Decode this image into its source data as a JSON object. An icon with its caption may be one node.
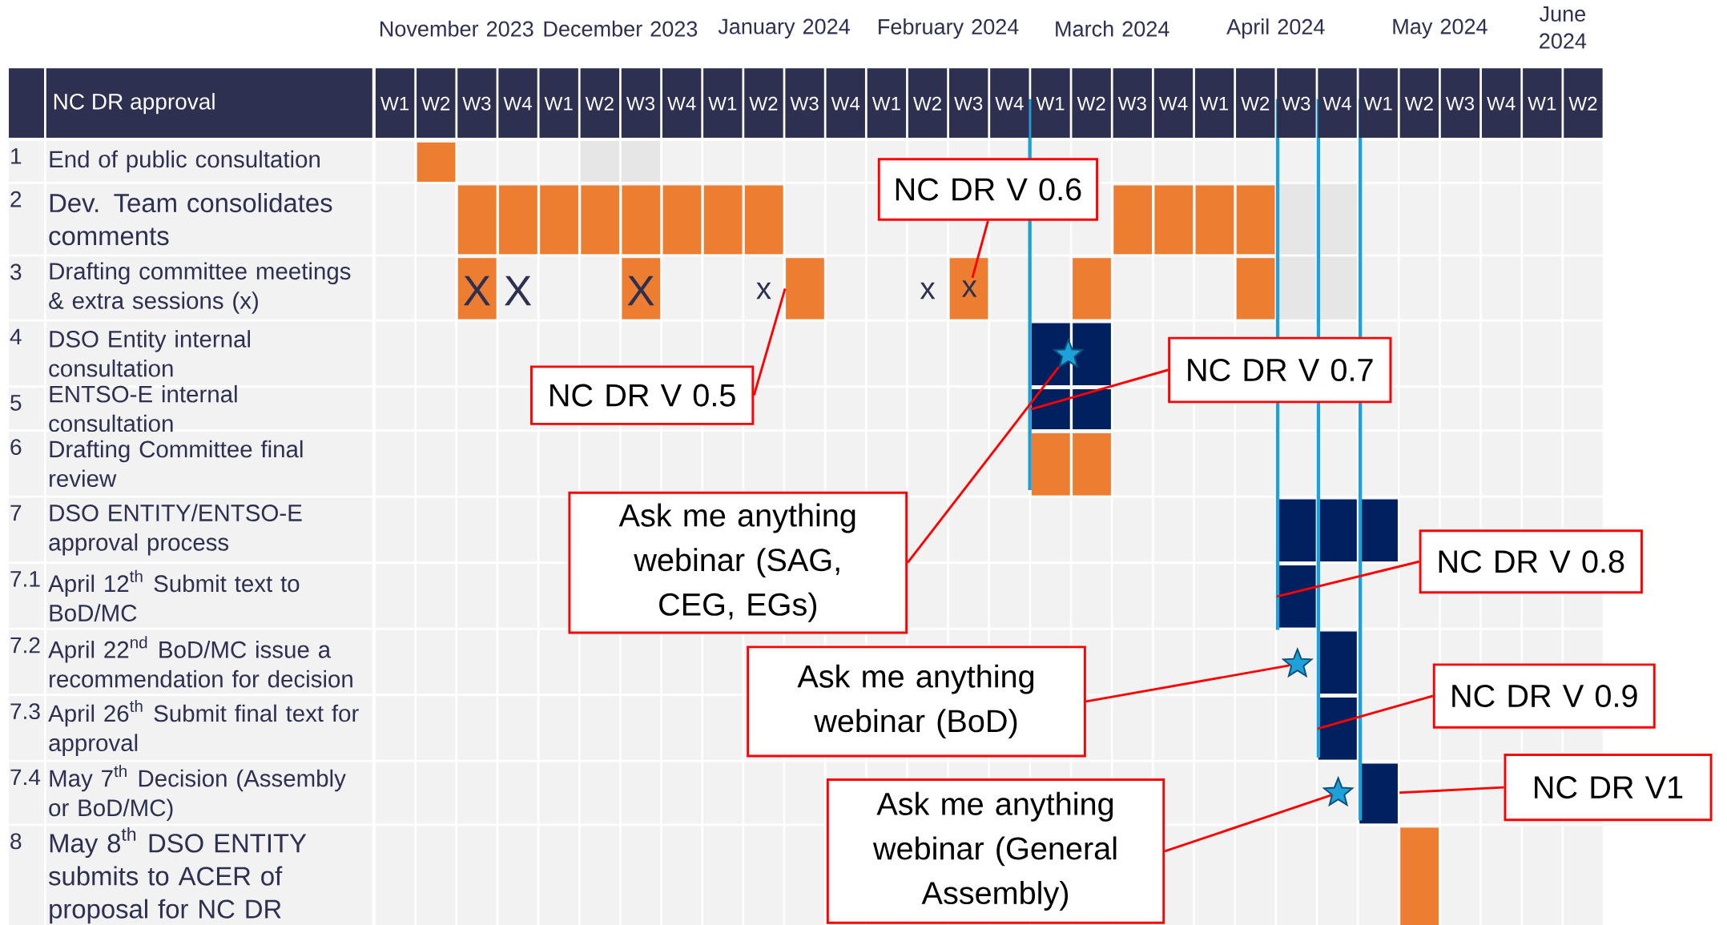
{
  "diagram": {
    "nodes": [
      {
        "text": [],
        "shape": "bar"
      },
      {
        "text": [],
        "shape": "bar"
      },
      {
        "text": [],
        "shape": "bar"
      },
      {
        "text": [],
        "shape": "bar"
      },
      {
        "text": [],
        "shape": "bar"
      },
      {
        "text": [],
        "shape": "bar"
      },
      {
        "text": [],
        "shape": "bar"
      },
      {
        "text": [],
        "shape": "bar"
      },
      {
        "text": [],
        "shape": "bar"
      },
      {
        "text": [],
        "shape": "bar"
      },
      {
        "text": [],
        "shape": "bar"
      },
      {
        "text": [],
        "shape": "bar"
      },
      {
        "text": [],
        "shape": "bar"
      },
      {
        "text": [],
        "shape": "bar"
      },
      {
        "text": [],
        "shape": "bar"
      },
      {
        "text": [],
        "shape": "bar"
      },
      {
        "text": [],
        "shape": "bar"
      },
      {
        "text": [],
        "shape": "bar"
      },
      {
        "text": [],
        "shape": "bar"
      },
      {
        "text": [],
        "shape": "bar"
      },
      {
        "text": [],
        "shape": "bar"
      },
      {
        "text": [],
        "shape": "bar"
      },
      {
        "text": [],
        "shape": "bar"
      },
      {
        "text": [],
        "shape": "bar"
      },
      {
        "text": [],
        "shape": "bar"
      },
      {
        "text": [],
        "shape": "bar"
      },
      {
        "text": [],
        "shape": "bar"
      },
      {
        "text": [],
        "shape": "bar"
      },
      {
        "text": [],
        "shape": "bar"
      },
      {
        "text": [],
        "shape": "bar"
      },
      {
        "text": [],
        "shape": "bar"
      },
      {
        "text": [],
        "shape": "bar"
      },
      {
        "text": [],
        "shape": "bar"
      },
      {
        "text": [
          "NC DR V 0.6"
        ]
      },
      {
        "text": [
          "NC DR V 0.7"
        ]
      },
      {
        "text": [],
        "shape": "star"
      },
      {
        "text": [
          "x"
        ],
        "in": 16
      },
      {
        "text": [
          "NC DR V 0.5"
        ]
      },
      {
        "text": [
          "Ask me anything webinar (SAG, CEG, EGs)"
        ]
      },
      {
        "text": [
          "NC DR V 0.8"
        ]
      },
      {
        "text": [
          "Ask me anything webinar (BoD)"
        ]
      },
      {
        "text": [],
        "shape": "star"
      },
      {
        "text": [
          "NC DR V 0.9"
        ]
      },
      {
        "text": [
          "NC DR V1"
        ]
      },
      {
        "text": [
          "Ask me anything webinar (General Assembly)"
        ]
      },
      {
        "text": [],
        "shape": "star"
      }
    ],
    "edges": [
      {
        "from": 33,
        "to": 36,
        "arrow": "none"
      },
      {
        "from": 34,
        "to": 21,
        "arrow": "none"
      },
      {
        "from": 37,
        "to": 15,
        "arrow": "none"
      },
      {
        "from": 38,
        "to": 35,
        "arrow": "none"
      },
      {
        "from": 39,
        "to": 28,
        "arrow": "none"
      },
      {
        "from": 40,
        "to": 41,
        "arrow": "none"
      },
      {
        "from": 42,
        "to": 30,
        "arrow": "none"
      },
      {
        "from": 43,
        "to": 31,
        "arrow": "none"
      },
      {
        "from": 44,
        "to": 45,
        "arrow": "none"
      }
    ],
    "labels": [
      "November 2023",
      "December 2023",
      "January 2024",
      "February 2024",
      "March 2024",
      "April 2024",
      "May 2024",
      "June 2024",
      "NC DR approval",
      "W1",
      "W2",
      "W3",
      "W4",
      "W1",
      "W2",
      "W3",
      "W4",
      "W1",
      "W2",
      "W3",
      "W4",
      "W1",
      "W2",
      "W3",
      "W4",
      "W1",
      "W2",
      "W3",
      "W4",
      "W1",
      "W2",
      "W3",
      "W4",
      "W1",
      "W2",
      "W3",
      "W4",
      "W1",
      "W2",
      "1",
      "End of public consultation",
      "2",
      "Dev. Team consolidates comments",
      "3",
      "Drafting committee meetings & extra sessions (x)",
      "X",
      "X",
      "X",
      "x",
      "x",
      "4",
      "DSO Entity internal consultation",
      "5",
      "ENTSO-E internal consultation",
      "6",
      "Drafting Committee final review",
      "7",
      "DSO ENTITY/ENTSO-E approval process",
      "7.1",
      "April 12$^{th}$ Submit text to BoD/MC",
      "7.2",
      "April 22$^{nd}$ BoD/MC issue a recommendation for decision",
      "7.3",
      "April 26$^{th}$ Submit final text for approval",
      "7.4",
      "May 7$^{th}$ Decision (Assembly or BoD/MC)",
      "8",
      "May 8$^{th}$ DSO ENTITY submits to ACER of proposal for NC DR"
    ]
  }
}
